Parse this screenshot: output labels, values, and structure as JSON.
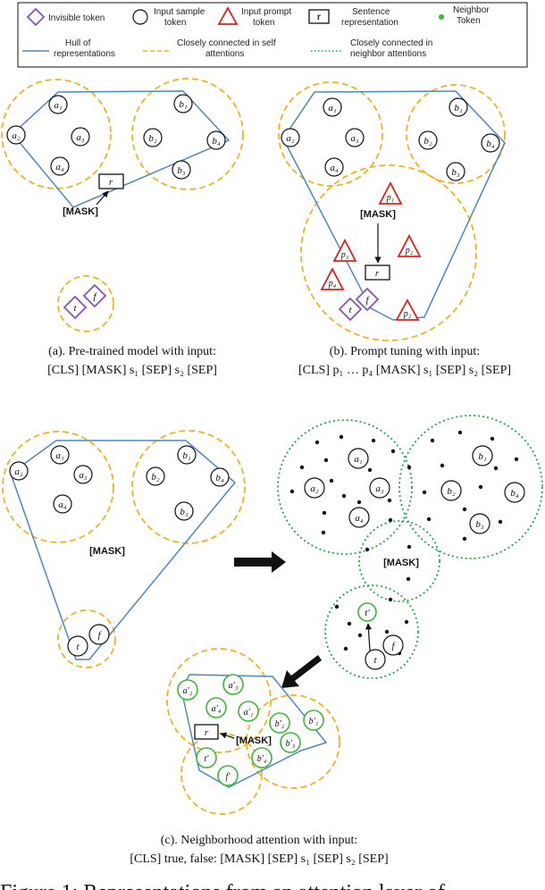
{
  "legend": {
    "invisible_token": "Invisible token",
    "input_sample_token_1": "Input sample",
    "input_sample_token_2": "token",
    "input_prompt_token_1": "Input prompt",
    "input_prompt_token_2": "token",
    "sentence_rep_1": "Sentence",
    "sentence_rep_2": "representation",
    "neighbor_token_1": "Neighbor",
    "neighbor_token_2": "Token",
    "hull_1": "Hull of",
    "hull_2": "representations",
    "self_att_1": "Closely connected in self",
    "self_att_2": "attentions",
    "neighbor_att_1": "Closely connected in",
    "neighbor_att_2": "neighbor attentions",
    "r_symbol": "r"
  },
  "panel_a": {
    "tokens": [
      "a₁",
      "a₂",
      "a₃",
      "a₄",
      "b₁",
      "b₂",
      "b₄",
      "b₃",
      "t",
      "f"
    ],
    "r": "r",
    "mask": "[MASK]",
    "caption_1": "(a). Pre-trained model with input:",
    "caption_2": "[CLS] [MASK] s₁ [SEP] s₂ [SEP]"
  },
  "panel_b": {
    "tokens": [
      "a₁",
      "a₂",
      "a₃",
      "a₄",
      "b₁",
      "b₂",
      "b₄",
      "b₃",
      "t",
      "f"
    ],
    "prompts": [
      "p₁",
      "p₂",
      "p₃",
      "p₄"
    ],
    "r": "r",
    "mask": "[MASK]",
    "caption_1": "(b). Prompt tuning with input:",
    "caption_2": "[CLS] p₁ … p₄ [MASK] s₁ [SEP] s₂ [SEP]"
  },
  "panel_c1": {
    "tokens": [
      "a₁",
      "a₂",
      "a₃",
      "a₄",
      "b₁",
      "b₂",
      "b₄",
      "b₃",
      "t",
      "f"
    ],
    "mask": "[MASK]"
  },
  "panel_c2": {
    "tokens": [
      "a₁",
      "a₂",
      "a₃",
      "a₄",
      "b₁",
      "b₂",
      "b₄",
      "b₃",
      "t",
      "f",
      "t′"
    ],
    "mask": "[MASK]"
  },
  "panel_c3": {
    "tokens": [
      "a′₂",
      "a′₃",
      "a′₄",
      "a′₁",
      "b′₂",
      "b′₁",
      "b′₃",
      "b′₄",
      "t′",
      "f′"
    ],
    "r": "r",
    "mask": "[MASK]",
    "caption_1": "(c). Neighborhood attention with input:",
    "caption_2": "[CLS] true, false: [MASK] [SEP] s₁ [SEP] s₂ [SEP]"
  },
  "figure_caption": "Figure 1:  Representations from an attention layer of"
}
